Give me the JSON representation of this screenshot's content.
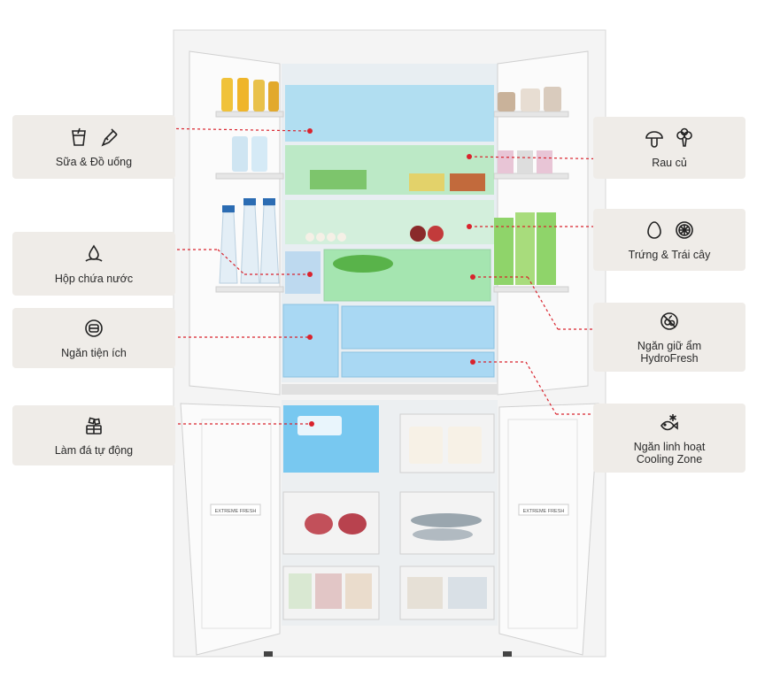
{
  "colors": {
    "card_bg": "#efece8",
    "leader": "#d9232d",
    "fresh_zone": "#9fd8f0",
    "veg_zone": "#9fe6a8",
    "ice_zone": "#6cc3f0"
  },
  "features": {
    "milk_drinks": {
      "label": "Sữa & Đồ uống",
      "icons": [
        "cup-icon",
        "bottle-icon"
      ]
    },
    "water_box": {
      "label": "Hộp chứa nước",
      "icons": [
        "water-drop-icon"
      ]
    },
    "utility": {
      "label": "Ngăn tiện ích",
      "icons": [
        "utility-icon"
      ]
    },
    "ice_maker": {
      "label": "Làm đá tự động",
      "icons": [
        "ice-cube-icon"
      ]
    },
    "vegetables": {
      "label": "Rau củ",
      "icons": [
        "mushroom-icon",
        "broccoli-icon"
      ]
    },
    "eggs_fruit": {
      "label": "Trứng & Trái cây",
      "icons": [
        "egg-icon",
        "citrus-icon"
      ]
    },
    "hydrofresh": {
      "label_line1": "Ngăn giữ ẩm",
      "label_line2": "HydroFresh",
      "icons": [
        "hydrofresh-icon"
      ]
    },
    "cooling_zone": {
      "label_line1": "Ngăn linh hoạt",
      "label_line2": "Cooling Zone",
      "icons": [
        "fish-snowflake-icon"
      ]
    }
  },
  "fridge": {
    "door_badge_left": "EXTREME FRESH",
    "door_badge_right": "EXTREME FRESH"
  }
}
